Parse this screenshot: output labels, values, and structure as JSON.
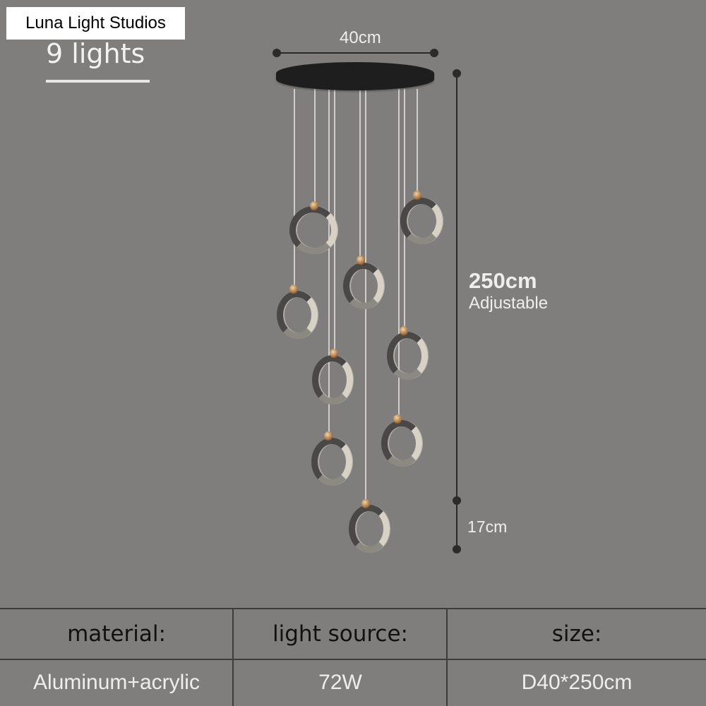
{
  "brand": {
    "name": "Luna Light Studios"
  },
  "product": {
    "light_count_label": "9 lights"
  },
  "dimensions": {
    "width_label": "40cm",
    "height_label": "250cm",
    "height_note": "Adjustable",
    "drop_label": "17cm"
  },
  "specs_table": {
    "headers": [
      "material:",
      "light source:",
      "size:"
    ],
    "values": [
      "Aluminum+acrylic",
      "72W",
      "D40*250cm"
    ]
  },
  "colors": {
    "background": "#7f7e7c",
    "canopy": "#1e1e1e",
    "ring_dark": "#4a4846",
    "ring_glow": "#d8d2c6",
    "ball_gold": "#b07c4a",
    "text_light": "#eeeeee",
    "text_dark": "#111111"
  }
}
